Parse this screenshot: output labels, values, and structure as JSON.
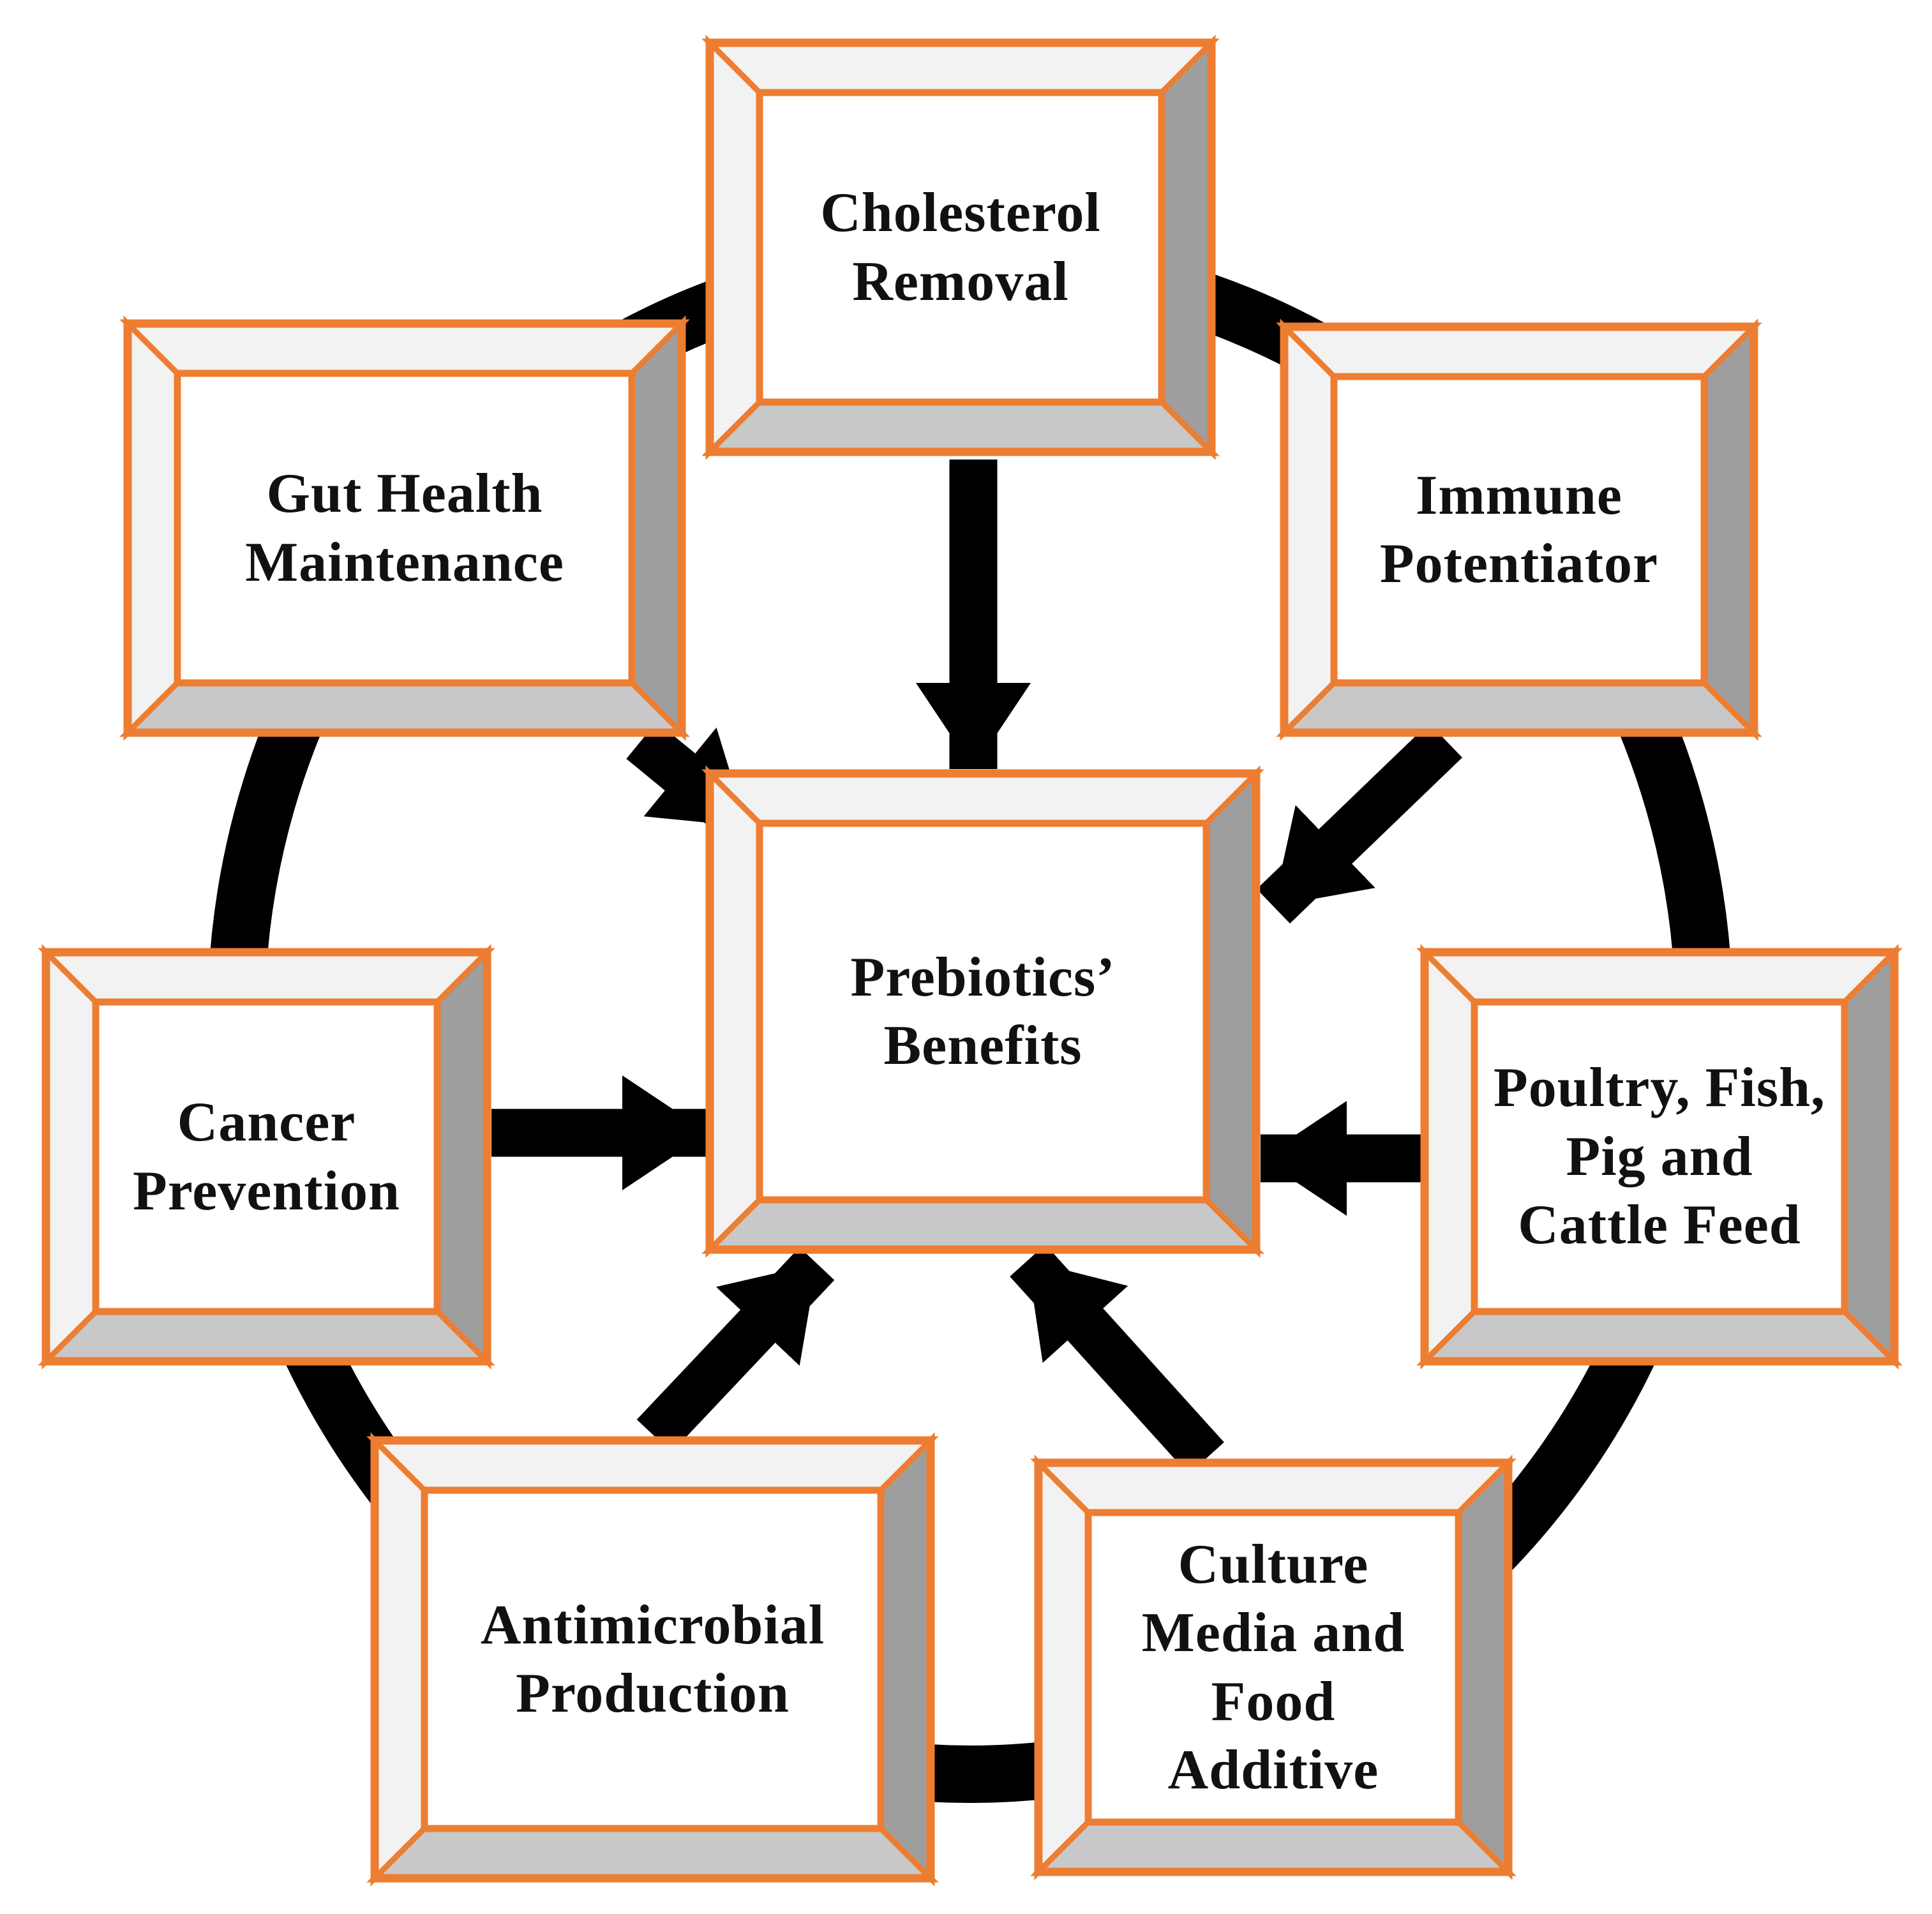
{
  "colors": {
    "frame": "#ED7D31",
    "bevel_light": "#F2F2F2",
    "bevel_right": "#9E9E9E",
    "bevel_bottom": "#C8C8C8",
    "face": "#FFFFFF",
    "connector": "#000000",
    "text": "#111111"
  },
  "center": {
    "label": "Prebiotics’\nBenefits"
  },
  "benefits": [
    {
      "key": "cholesterol",
      "label": "Cholesterol\nRemoval"
    },
    {
      "key": "immune",
      "label": "Immune\nPotentiator"
    },
    {
      "key": "feed",
      "label": "Poultry, Fish,\nPig and\nCattle Feed"
    },
    {
      "key": "culture",
      "label": "Culture\nMedia and\nFood\nAdditive"
    },
    {
      "key": "antimicrobial",
      "label": "Antimicrobial\nProduction"
    },
    {
      "key": "cancer",
      "label": "Cancer\nPrevention"
    },
    {
      "key": "gut",
      "label": "Gut Health\nMaintenance"
    }
  ]
}
